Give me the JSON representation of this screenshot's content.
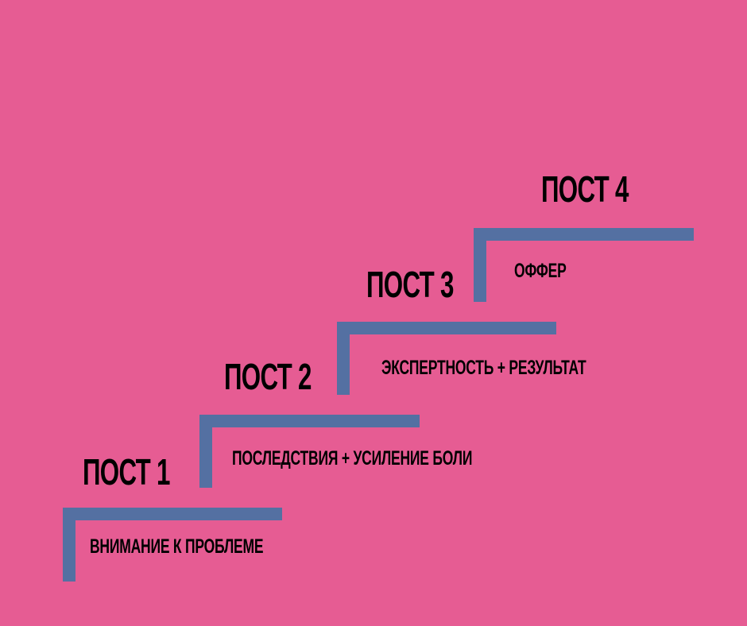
{
  "colors": {
    "background": "#e65c93",
    "step_line": "#5470a2",
    "text": "#000000"
  },
  "steps": [
    {
      "title": "ПОСТ 1",
      "description": "ВНИМАНИЕ К ПРОБЛЕМЕ"
    },
    {
      "title": "ПОСТ 2",
      "description": "ПОСЛЕДСТВИЯ + УСИЛЕНИЕ БОЛИ"
    },
    {
      "title": "ПОСТ 3",
      "description": "ЭКСПЕРТНОСТЬ + РЕЗУЛЬТАТ"
    },
    {
      "title": "ПОСТ 4",
      "description": "ОФФЕР"
    }
  ]
}
